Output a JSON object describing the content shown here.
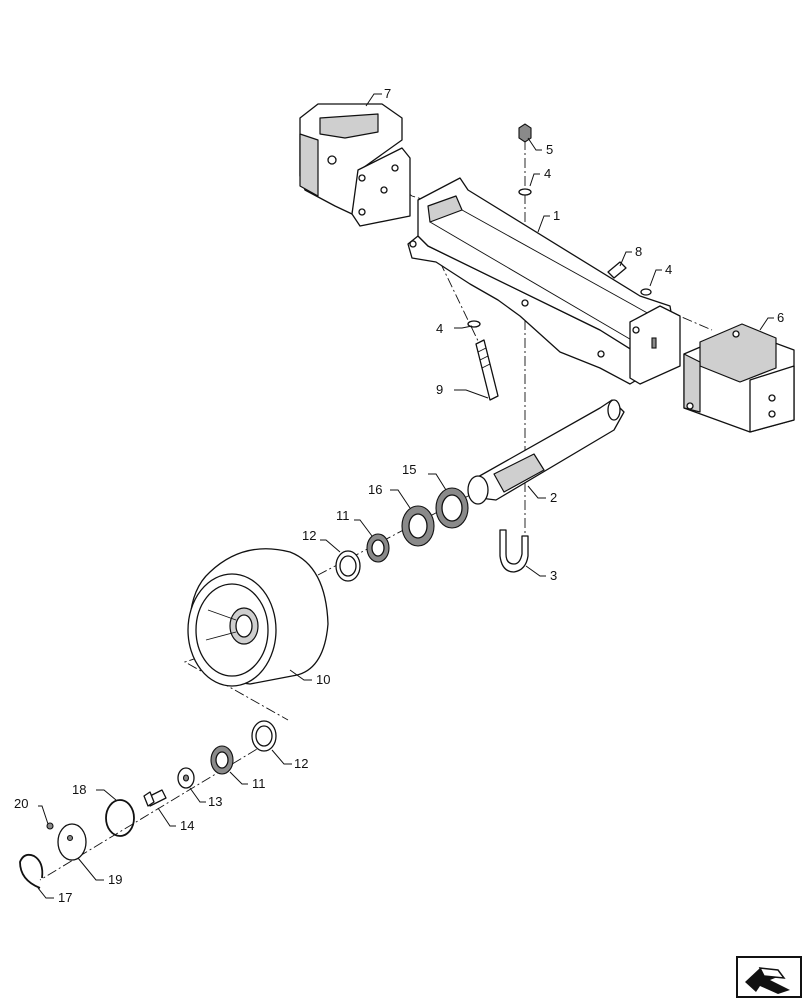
{
  "callouts": {
    "c1": "1",
    "c2": "2",
    "c3": "3",
    "c4a": "4",
    "c4b": "4",
    "c4c": "4",
    "c5": "5",
    "c6": "6",
    "c7": "7",
    "c8": "8",
    "c9": "9",
    "c10": "10",
    "c11a": "11",
    "c11b": "11",
    "c12a": "12",
    "c12b": "12",
    "c13": "13",
    "c14": "14",
    "c15": "15",
    "c16": "16",
    "c17": "17",
    "c18": "18",
    "c19": "19",
    "c20": "20"
  },
  "nav_icon": "previous-page-arrow-icon"
}
